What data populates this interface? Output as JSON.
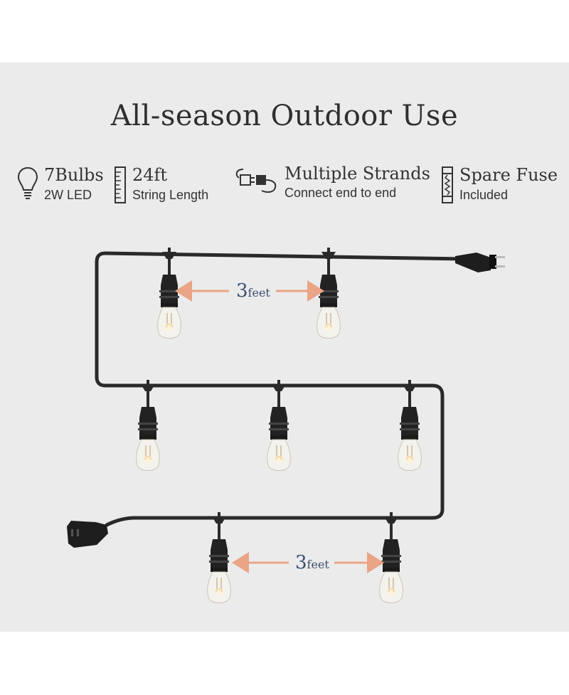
{
  "title": "All-season Outdoor Use",
  "features": [
    {
      "icon": "bulb-icon",
      "main": "7Bulbs",
      "sub": "2W LED"
    },
    {
      "icon": "ruler-icon",
      "main": "24ft",
      "sub": "String Length"
    },
    {
      "icon": "plug-connector-icon",
      "main": "Multiple Strands",
      "sub": "Connect end to end"
    },
    {
      "icon": "fuse-icon",
      "main": "Spare Fuse",
      "sub": "Included"
    }
  ],
  "spacing": [
    {
      "number": "3",
      "unit": "feet"
    },
    {
      "number": "3",
      "unit": "feet"
    }
  ],
  "colors": {
    "background": "#ebebeb",
    "cable": "#2a2a2a",
    "arrow": "#e9a585",
    "label": "#3b4f6e"
  }
}
